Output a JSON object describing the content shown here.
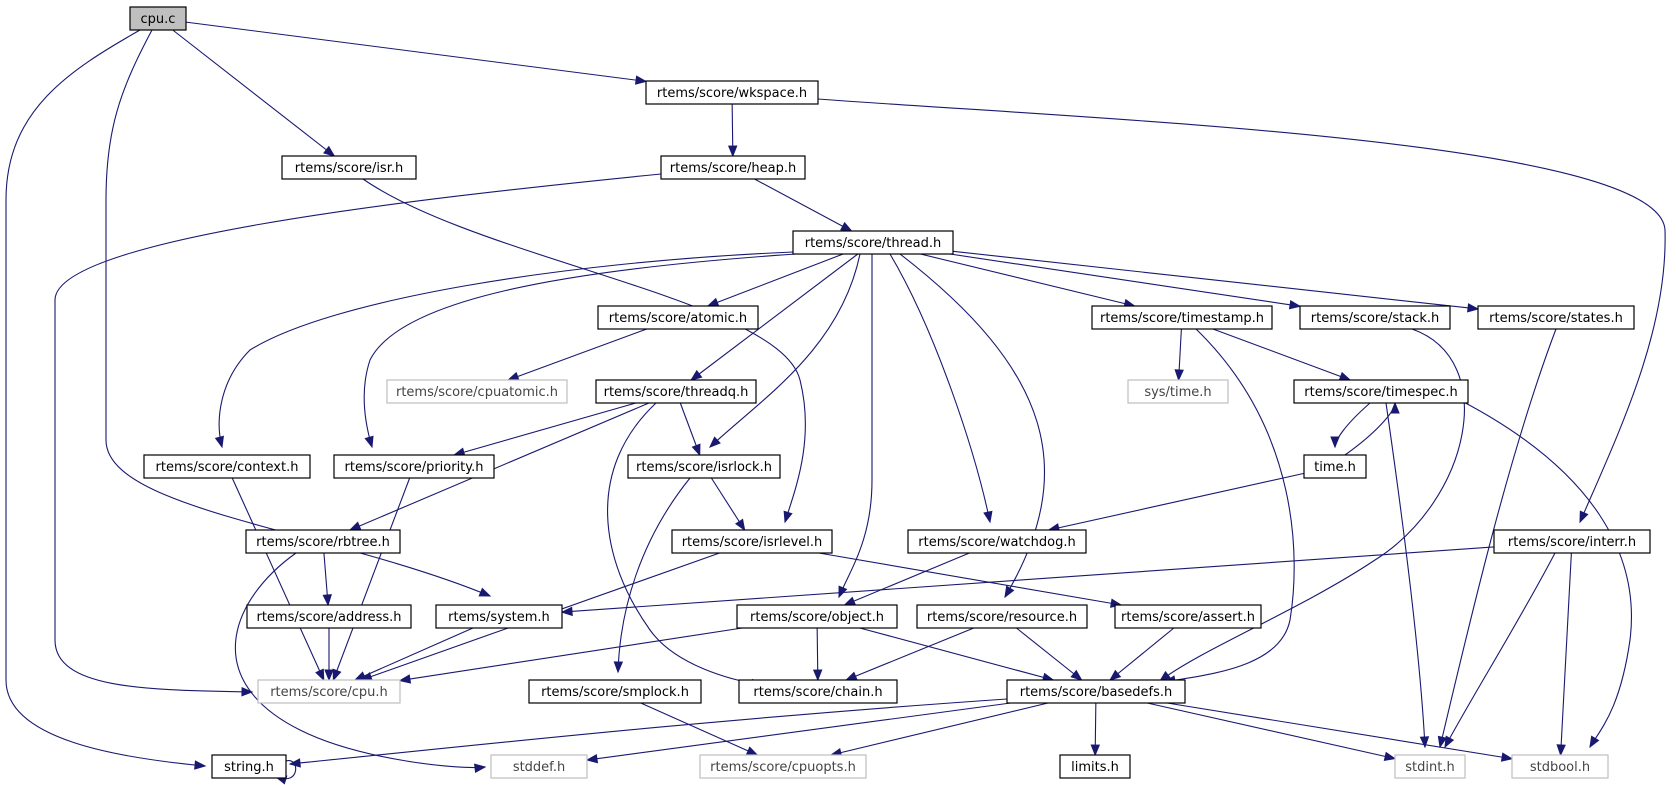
{
  "colors": {
    "edge": "#191970",
    "node_border": "#000000",
    "node_border_external": "#bfbfbf",
    "node_text": "#000000",
    "node_text_external": "#444444",
    "root_fill": "#bfbfbf",
    "node_fill": "#ffffff"
  },
  "nodes": [
    {
      "id": "cpu_c",
      "label": "cpu.c",
      "kind": "root"
    },
    {
      "id": "wkspace",
      "label": "rtems/score/wkspace.h",
      "kind": "local"
    },
    {
      "id": "isr",
      "label": "rtems/score/isr.h",
      "kind": "local"
    },
    {
      "id": "heap",
      "label": "rtems/score/heap.h",
      "kind": "local"
    },
    {
      "id": "thread",
      "label": "rtems/score/thread.h",
      "kind": "local"
    },
    {
      "id": "atomic",
      "label": "rtems/score/atomic.h",
      "kind": "local"
    },
    {
      "id": "timestamp",
      "label": "rtems/score/timestamp.h",
      "kind": "local"
    },
    {
      "id": "stack",
      "label": "rtems/score/stack.h",
      "kind": "local"
    },
    {
      "id": "states",
      "label": "rtems/score/states.h",
      "kind": "local"
    },
    {
      "id": "cpuatomic",
      "label": "rtems/score/cpuatomic.h",
      "kind": "external"
    },
    {
      "id": "threadq",
      "label": "rtems/score/threadq.h",
      "kind": "local"
    },
    {
      "id": "systime",
      "label": "sys/time.h",
      "kind": "external"
    },
    {
      "id": "timespec",
      "label": "rtems/score/timespec.h",
      "kind": "local"
    },
    {
      "id": "context",
      "label": "rtems/score/context.h",
      "kind": "local"
    },
    {
      "id": "priority",
      "label": "rtems/score/priority.h",
      "kind": "local"
    },
    {
      "id": "isrlock",
      "label": "rtems/score/isrlock.h",
      "kind": "local"
    },
    {
      "id": "time",
      "label": "time.h",
      "kind": "local"
    },
    {
      "id": "rbtree",
      "label": "rtems/score/rbtree.h",
      "kind": "local"
    },
    {
      "id": "isrlevel",
      "label": "rtems/score/isrlevel.h",
      "kind": "local"
    },
    {
      "id": "watchdog",
      "label": "rtems/score/watchdog.h",
      "kind": "local"
    },
    {
      "id": "interr",
      "label": "rtems/score/interr.h",
      "kind": "local"
    },
    {
      "id": "address",
      "label": "rtems/score/address.h",
      "kind": "local"
    },
    {
      "id": "system",
      "label": "rtems/system.h",
      "kind": "local"
    },
    {
      "id": "object",
      "label": "rtems/score/object.h",
      "kind": "local"
    },
    {
      "id": "resource",
      "label": "rtems/score/resource.h",
      "kind": "local"
    },
    {
      "id": "assert",
      "label": "rtems/score/assert.h",
      "kind": "local"
    },
    {
      "id": "cpu_h",
      "label": "rtems/score/cpu.h",
      "kind": "external"
    },
    {
      "id": "smplock",
      "label": "rtems/score/smplock.h",
      "kind": "local"
    },
    {
      "id": "chain",
      "label": "rtems/score/chain.h",
      "kind": "local"
    },
    {
      "id": "basedefs",
      "label": "rtems/score/basedefs.h",
      "kind": "local"
    },
    {
      "id": "string",
      "label": "string.h",
      "kind": "local"
    },
    {
      "id": "stddef",
      "label": "stddef.h",
      "kind": "external"
    },
    {
      "id": "cpuopts",
      "label": "rtems/score/cpuopts.h",
      "kind": "external"
    },
    {
      "id": "limits",
      "label": "limits.h",
      "kind": "local"
    },
    {
      "id": "stdint",
      "label": "stdint.h",
      "kind": "external"
    },
    {
      "id": "stdbool",
      "label": "stdbool.h",
      "kind": "external"
    }
  ],
  "edges": [
    [
      "cpu_c",
      "wkspace"
    ],
    [
      "cpu_c",
      "isr"
    ],
    [
      "cpu_c",
      "system"
    ],
    [
      "cpu_c",
      "string"
    ],
    [
      "wkspace",
      "heap"
    ],
    [
      "wkspace",
      "interr"
    ],
    [
      "isr",
      "isrlevel"
    ],
    [
      "heap",
      "thread"
    ],
    [
      "heap",
      "cpu_h"
    ],
    [
      "thread",
      "context"
    ],
    [
      "thread",
      "priority"
    ],
    [
      "thread",
      "atomic"
    ],
    [
      "thread",
      "threadq"
    ],
    [
      "thread",
      "isrlock"
    ],
    [
      "thread",
      "object"
    ],
    [
      "thread",
      "watchdog"
    ],
    [
      "thread",
      "resource"
    ],
    [
      "thread",
      "timestamp"
    ],
    [
      "thread",
      "stack"
    ],
    [
      "thread",
      "states"
    ],
    [
      "atomic",
      "cpuatomic"
    ],
    [
      "threadq",
      "priority"
    ],
    [
      "threadq",
      "rbtree"
    ],
    [
      "threadq",
      "isrlock"
    ],
    [
      "threadq",
      "chain"
    ],
    [
      "timestamp",
      "systime"
    ],
    [
      "timestamp",
      "timespec"
    ],
    [
      "timestamp",
      "basedefs"
    ],
    [
      "stack",
      "basedefs"
    ],
    [
      "states",
      "stdint"
    ],
    [
      "timespec",
      "time"
    ],
    [
      "timespec",
      "stdint"
    ],
    [
      "timespec",
      "stdbool"
    ],
    [
      "time",
      "timespec"
    ],
    [
      "time",
      "watchdog"
    ],
    [
      "context",
      "cpu_h"
    ],
    [
      "priority",
      "cpu_h"
    ],
    [
      "isrlock",
      "isrlevel"
    ],
    [
      "isrlock",
      "smplock"
    ],
    [
      "rbtree",
      "address"
    ],
    [
      "rbtree",
      "stddef"
    ],
    [
      "address",
      "cpu_h"
    ],
    [
      "isrlevel",
      "cpu_h"
    ],
    [
      "isrlevel",
      "assert"
    ],
    [
      "watchdog",
      "object"
    ],
    [
      "interr",
      "system"
    ],
    [
      "interr",
      "stdint"
    ],
    [
      "interr",
      "stdbool"
    ],
    [
      "system",
      "cpu_h"
    ],
    [
      "object",
      "cpu_h"
    ],
    [
      "object",
      "chain"
    ],
    [
      "object",
      "basedefs"
    ],
    [
      "resource",
      "chain"
    ],
    [
      "resource",
      "basedefs"
    ],
    [
      "assert",
      "basedefs"
    ],
    [
      "smplock",
      "cpuopts"
    ],
    [
      "basedefs",
      "string"
    ],
    [
      "basedefs",
      "stddef"
    ],
    [
      "basedefs",
      "cpuopts"
    ],
    [
      "basedefs",
      "limits"
    ],
    [
      "basedefs",
      "stdint"
    ],
    [
      "basedefs",
      "stdbool"
    ],
    [
      "string",
      "string"
    ]
  ]
}
